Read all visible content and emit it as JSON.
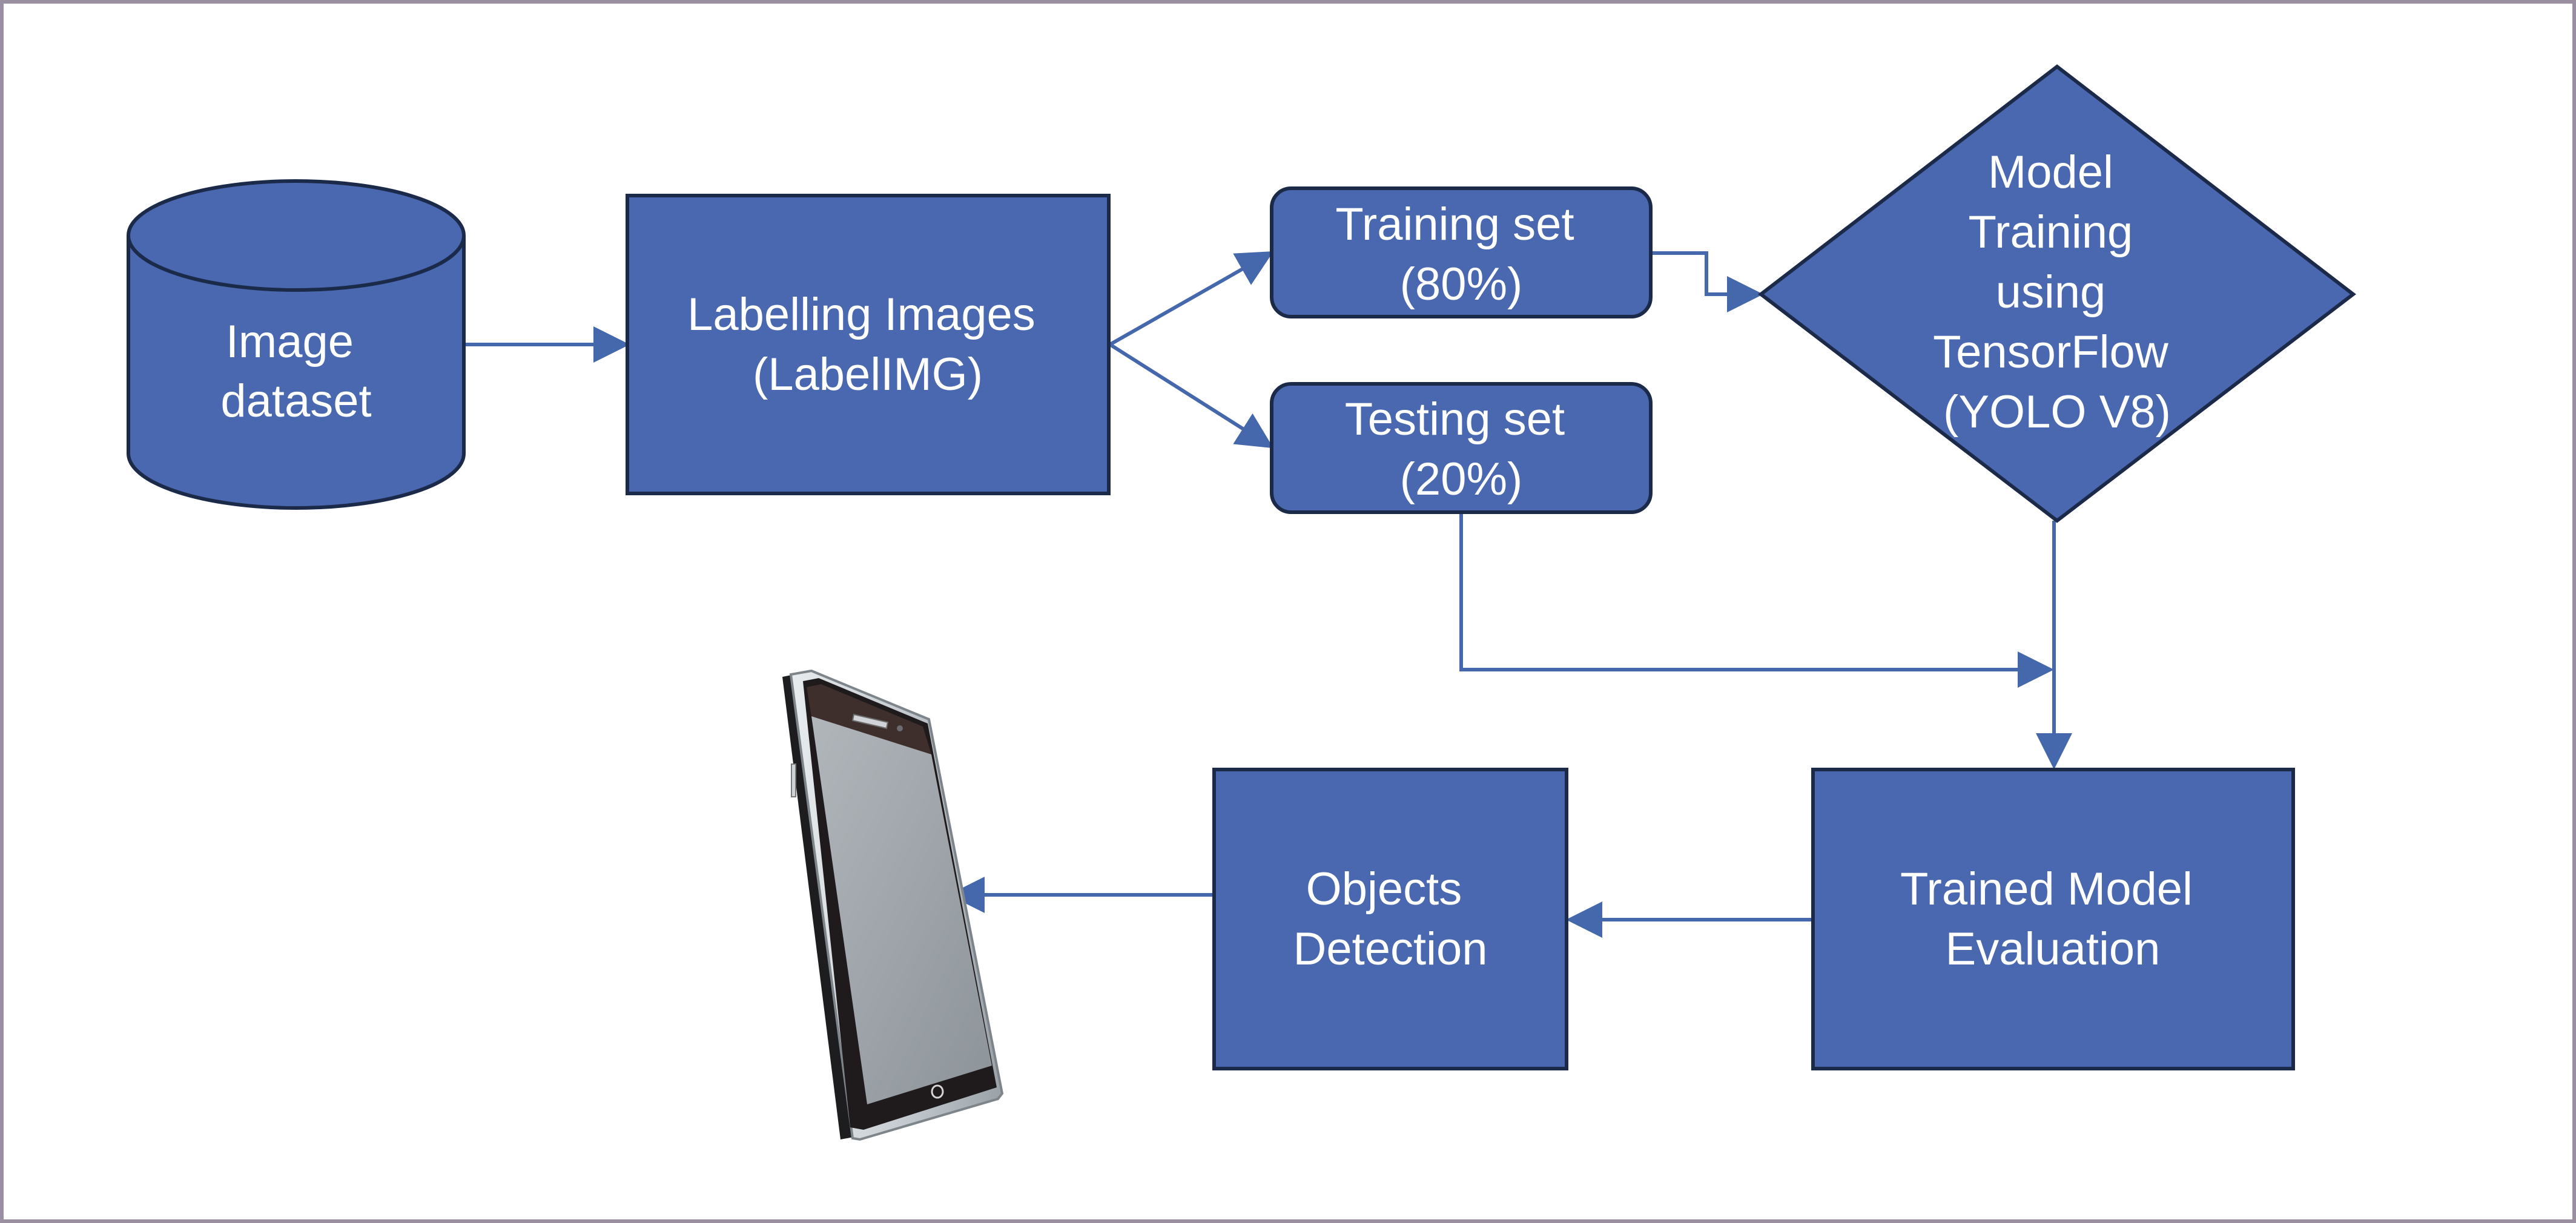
{
  "colors": {
    "node_fill": "#4a68b0",
    "node_stroke": "#1c2a4a",
    "edge": "#4568ad",
    "frame": "#9a8fa0"
  },
  "nodes": {
    "dataset": {
      "lines": [
        "Image",
        "dataset"
      ],
      "shape": "cylinder"
    },
    "labelling": {
      "lines": [
        "Labelling Images",
        "(LabelIMG)"
      ],
      "shape": "rectangle"
    },
    "training_set": {
      "lines": [
        "Training set",
        "(80%)"
      ],
      "shape": "rounded-rectangle"
    },
    "testing_set": {
      "lines": [
        "Testing set",
        "(20%)"
      ],
      "shape": "rounded-rectangle"
    },
    "model_training": {
      "lines": [
        "Model",
        "Training",
        "using",
        "TensorFlow",
        "(YOLO V8)"
      ],
      "shape": "diamond"
    },
    "evaluation": {
      "lines": [
        "Trained Model",
        "Evaluation"
      ],
      "shape": "rectangle"
    },
    "detection": {
      "lines": [
        "Objects",
        "Detection"
      ],
      "shape": "rectangle"
    }
  },
  "device": {
    "icon": "smartphone-icon"
  },
  "edges": [
    {
      "from": "dataset",
      "to": "labelling"
    },
    {
      "from": "labelling",
      "to": "training_set"
    },
    {
      "from": "labelling",
      "to": "testing_set"
    },
    {
      "from": "training_set",
      "to": "model_training"
    },
    {
      "from": "model_training",
      "to": "evaluation"
    },
    {
      "from": "testing_set",
      "to": "evaluation"
    },
    {
      "from": "evaluation",
      "to": "detection"
    },
    {
      "from": "detection",
      "to": "device"
    }
  ]
}
